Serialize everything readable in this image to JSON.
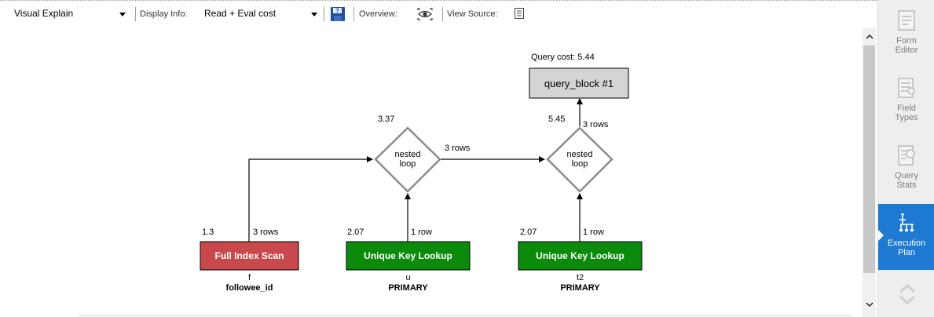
{
  "toolbar": {
    "view_select": "Visual Explain",
    "display_info_label": "Display Info:",
    "display_info_value": "Read + Eval cost",
    "overview_label": "Overview:",
    "view_source_label": "View Source:"
  },
  "plan": {
    "query_cost_label": "Query cost: 5.44",
    "query_block": "query_block #1",
    "nested_loop_1": {
      "label_line1": "nested",
      "label_line2": "loop",
      "cost": "3.37",
      "rows_out": "3 rows"
    },
    "nested_loop_2": {
      "label_line1": "nested",
      "label_line2": "loop",
      "cost": "5.45",
      "rows_out": "3 rows"
    },
    "tables": [
      {
        "access": "Full Index Scan",
        "cost": "1.3",
        "rows": "3 rows",
        "table": "f",
        "key": "followee_id",
        "color": "#c9484b"
      },
      {
        "access": "Unique Key Lookup",
        "cost": "2.07",
        "rows": "1 row",
        "table": "u",
        "key": "PRIMARY",
        "color": "#0b8a0b"
      },
      {
        "access": "Unique Key Lookup",
        "cost": "2.07",
        "rows": "1 row",
        "table": "t2",
        "key": "PRIMARY",
        "color": "#0b8a0b"
      }
    ]
  },
  "side_panel": {
    "items": [
      {
        "label_line1": "Form",
        "label_line2": "Editor",
        "icon": "form-editor-icon"
      },
      {
        "label_line1": "Field",
        "label_line2": "Types",
        "icon": "field-types-icon"
      },
      {
        "label_line1": "Query",
        "label_line2": "Stats",
        "icon": "query-stats-icon"
      },
      {
        "label_line1": "Execution",
        "label_line2": "Plan",
        "icon": "execution-plan-icon",
        "active": true
      }
    ],
    "accent_color": "#1e79d2"
  }
}
